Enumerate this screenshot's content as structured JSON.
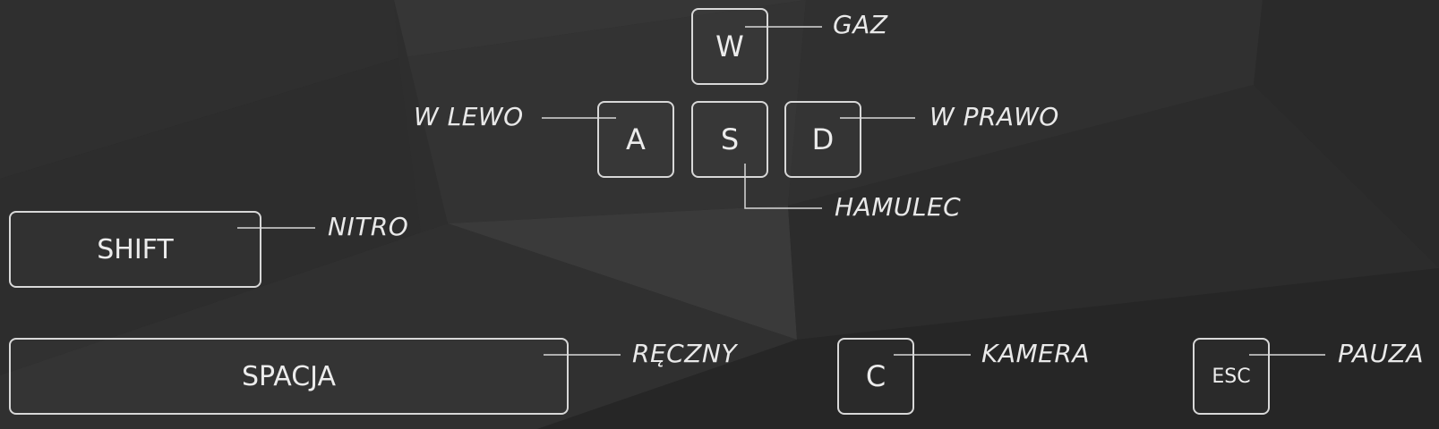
{
  "colors": {
    "background": "#2b2b2b",
    "key_border": "#d8d8d8",
    "text": "#e9e9e9"
  },
  "controls": [
    {
      "id": "w",
      "key": "W",
      "action": "GAZ"
    },
    {
      "id": "a",
      "key": "A",
      "action": "W LEWO"
    },
    {
      "id": "s",
      "key": "S",
      "action": "HAMULEC"
    },
    {
      "id": "d",
      "key": "D",
      "action": "W PRAWO"
    },
    {
      "id": "shift",
      "key": "SHIFT",
      "action": "NITRO"
    },
    {
      "id": "space",
      "key": "SPACJA",
      "action": "RĘCZNY"
    },
    {
      "id": "c",
      "key": "C",
      "action": "KAMERA"
    },
    {
      "id": "esc",
      "key": "ESC",
      "action": "PAUZA"
    }
  ]
}
